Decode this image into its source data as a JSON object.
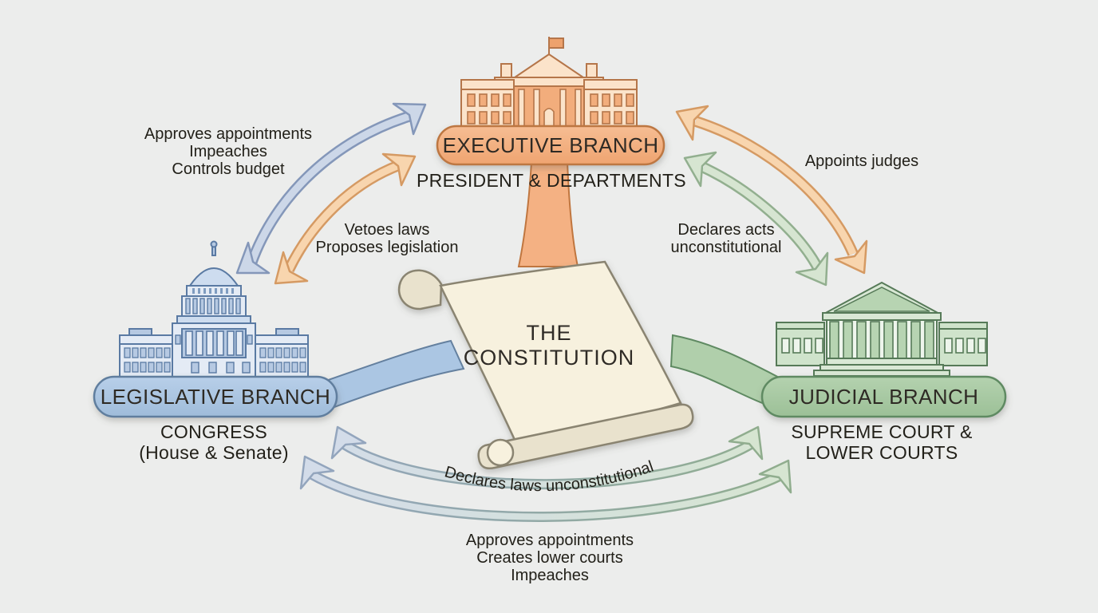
{
  "page": {
    "background": "#ecedec",
    "diagram_type": "checks-and-balances"
  },
  "center": {
    "constitution_label": "THE\nCONSTITUTION"
  },
  "branches": {
    "executive": {
      "label": "EXECUTIVE BRANCH",
      "sublabel": "PRESIDENT & DEPARTMENTS",
      "icon": "white-house-icon",
      "accent": "#f2ab7a"
    },
    "legislative": {
      "label": "LEGISLATIVE BRANCH",
      "sublabel": "CONGRESS\n(House & Senate)",
      "icon": "us-capitol-icon",
      "accent": "#abc6e3"
    },
    "judicial": {
      "label": "JUDICIAL BRANCH",
      "sublabel": "SUPREME COURT &\nLOWER COURTS",
      "icon": "supreme-court-icon",
      "accent": "#a9cba5"
    }
  },
  "checks": {
    "legislative_on_executive": "Approves appointments\nImpeaches\nControls budget",
    "executive_on_legislative": "Vetoes laws\nProposes legislation",
    "executive_on_judicial": "Appoints judges",
    "judicial_on_executive": "Declares acts\nunconstitutional",
    "judicial_on_legislative": "Declares laws unconstitutional",
    "legislative_on_judicial": "Approves appointments\nCreates lower courts\nImpeaches"
  },
  "colors": {
    "parchment": "#f7f1de",
    "executive_arrow": "#f8d5ae",
    "legislative_arrow": "#ccd7e8",
    "judicial_arrow": "#d6e5d1",
    "text": "#26241f"
  }
}
